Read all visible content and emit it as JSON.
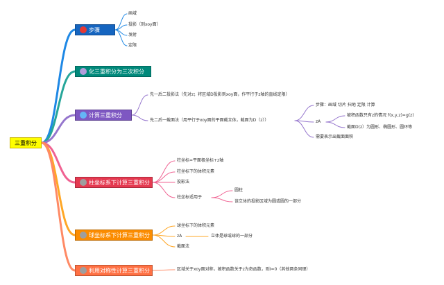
{
  "root": {
    "label": "三重积分",
    "color": "#ffff00"
  },
  "branches": [
    {
      "label": "步骤",
      "bg": "#1565c0",
      "fg": "#ffffff",
      "icon": "#e53935",
      "line": "#1e88e5",
      "children": [
        "画域",
        "投影（到xoy面）",
        "发射",
        "定限"
      ]
    },
    {
      "label": "化三重积分为三次积分",
      "bg": "#00897b",
      "fg": "#ffffff",
      "icon": "#b39ddb",
      "line": "#26a69a",
      "children": []
    },
    {
      "label": "计算三重积分",
      "bg": "#7e57c2",
      "fg": "#ffffff",
      "icon": "#64b5f6",
      "line": "#9575cd",
      "children": [
        "先一后二投影法（先对z；将区域D投影到xoy面，作平行于z轴的直线定限）",
        "先二后一截面法（用平行于xoy面的平面截立体，截面为D（z））"
      ],
      "sub": {
        "items": [
          "步骤：画域 切片 扫地 定限 计算",
          "zA",
          "需要表示出截面面积"
        ],
        "za_children": [
          "被积函数只有z的情况 f(x,y,z)=g(z)",
          "截面D(z）为圆形、椭圆形、圆环等"
        ]
      }
    },
    {
      "label": "柱坐标系下计算三重积分",
      "bg": "#e53950",
      "fg": "#ffffff",
      "icon": "#9e9e9e",
      "line": "#f06292",
      "children": [
        "柱坐标=平面极坐标+z轴",
        "柱坐标下的体积元素",
        "投影法",
        "柱坐标适用于"
      ],
      "sub": {
        "items": [
          "圆柱",
          "该立体的投影区域为圆或圆的一部分"
        ]
      }
    },
    {
      "label": "球坐标系下计算三重积分",
      "bg": "#fb8c00",
      "fg": "#ffffff",
      "icon": "#9e9e9e",
      "line": "#ffa726",
      "children": [
        "球坐标下的体积元素",
        "zA",
        "截面法"
      ],
      "sub": {
        "items": [
          "立体是球或球的一部分"
        ]
      }
    },
    {
      "label": "利用对称性计算三重积分",
      "bg": "#ff7043",
      "fg": "#ffffff",
      "icon": "#9e9e9e",
      "line": "#ff8a65",
      "children": [
        "区域关于xoy面对称，被积函数关于z为奇函数，则I=0（其他两条同理）"
      ]
    }
  ]
}
